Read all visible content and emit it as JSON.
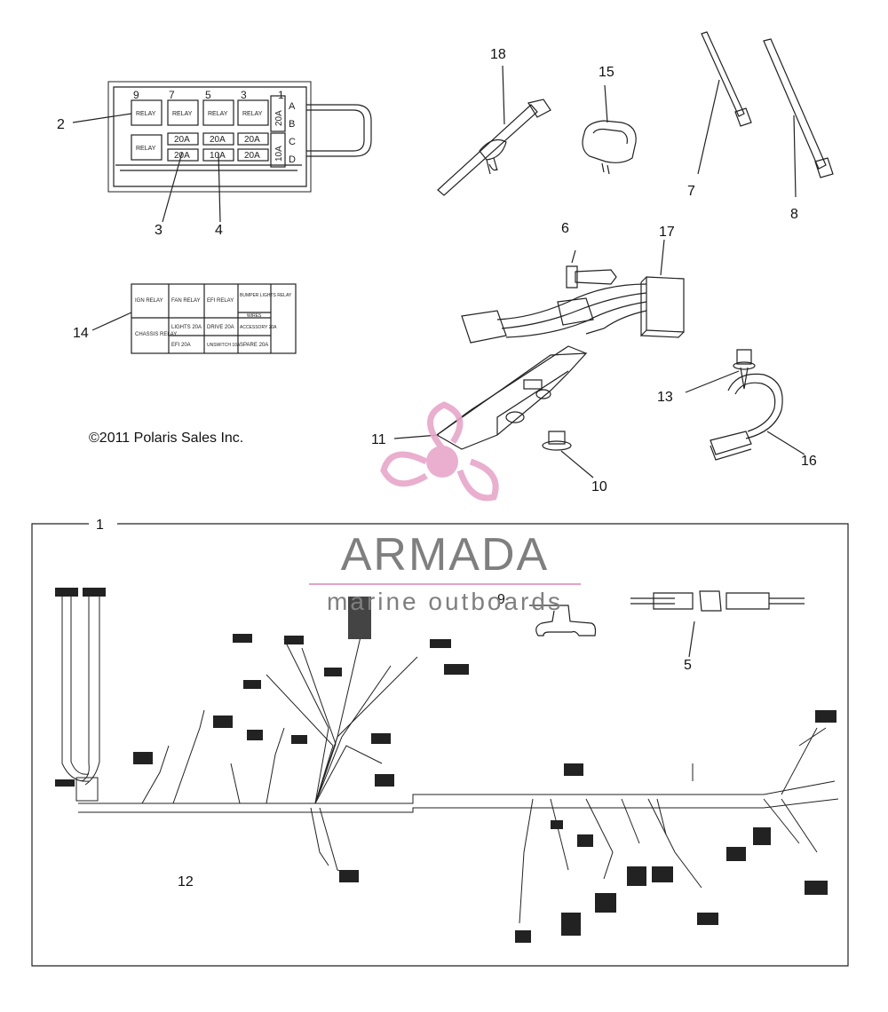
{
  "copyright": "©2011 Polaris Sales Inc.",
  "brand": {
    "name": "ARMADA",
    "tagline": "marine outboards",
    "colors": {
      "text": "#7f7f7f",
      "accent": "#e6a3c6",
      "logo": "#e8a6c9"
    }
  },
  "callouts": {
    "c1": "1",
    "c2": "2",
    "c3": "3",
    "c4": "4",
    "c5": "5",
    "c6": "6",
    "c7": "7",
    "c8": "8",
    "c9": "9",
    "c10": "10",
    "c11": "11",
    "c12": "12",
    "c13": "13",
    "c14": "14",
    "c15": "15",
    "c16": "16",
    "c17": "17",
    "c18": "18"
  },
  "fuse_box": {
    "positions": [
      "9",
      "7",
      "5",
      "3",
      "1"
    ],
    "rows": [
      "A",
      "B",
      "C",
      "D"
    ],
    "relay": "RELAY",
    "fuse_20a": "20A",
    "fuse_10a": "10A"
  },
  "fuse_label": {
    "ign_relay": "IGN RELAY",
    "fan_relay": "FAN RELAY",
    "efi_relay": "EFI RELAY",
    "bumper_lights_relay": "BUMPER LIGHTS RELAY",
    "wires": "WIRES",
    "chassis_relay": "CHASSIS RELAY",
    "lights_20a": "LIGHTS 20A",
    "drive_20a": "DRIVE 20A",
    "accessory_20a": "ACCESSORY 20A",
    "efi_20a": "EFI 20A",
    "unswitch_10a": "UNSWITCH 10A",
    "spare_20a": "SPARE 20A"
  }
}
